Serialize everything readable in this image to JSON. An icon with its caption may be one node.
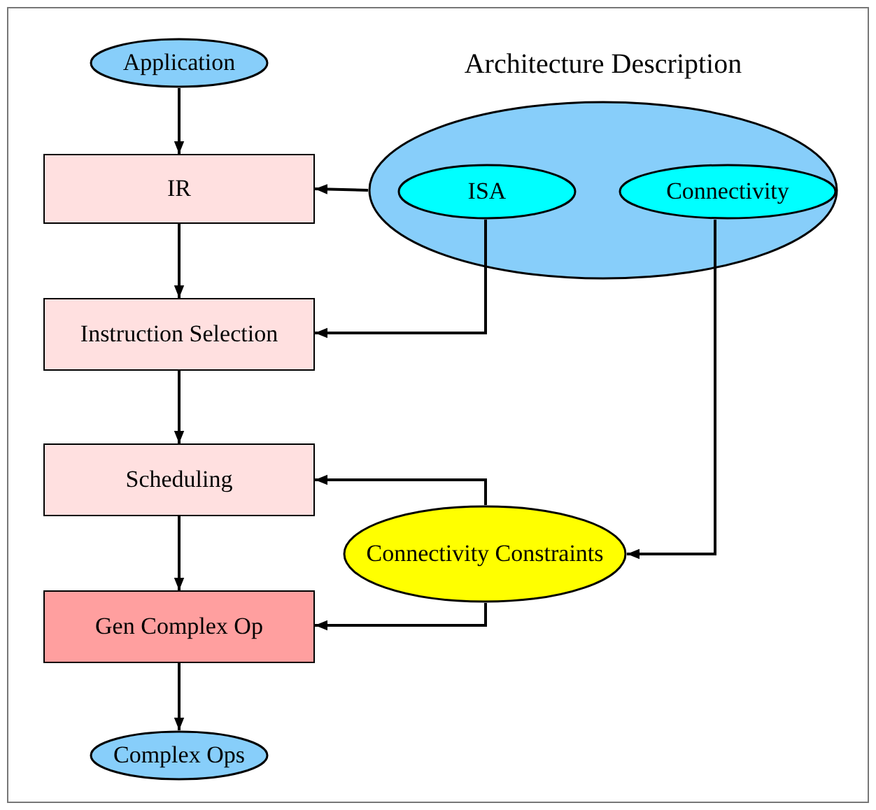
{
  "diagram": {
    "nodes": [
      {
        "text": [
          "Application"
        ]
      },
      {
        "text": [
          "IR"
        ]
      },
      {
        "text": [
          "Instruction Selection"
        ]
      },
      {
        "text": [
          "Scheduling"
        ]
      },
      {
        "text": [
          "Gen Complex Op"
        ]
      },
      {
        "text": [
          "Complex Ops"
        ]
      },
      {
        "text": [
          "Architecture Description"
        ]
      },
      {
        "text": [
          "ISA"
        ],
        "in": 6
      },
      {
        "text": [
          "Connectivity"
        ],
        "in": 6
      },
      {
        "text": [
          "Connectivity Constraints"
        ]
      }
    ],
    "edges": [
      {
        "from": 0,
        "to": 1,
        "arrow": "to"
      },
      {
        "from": 1,
        "to": 2,
        "arrow": "to"
      },
      {
        "from": 2,
        "to": 3,
        "arrow": "to"
      },
      {
        "from": 3,
        "to": 4,
        "arrow": "to"
      },
      {
        "from": 4,
        "to": 5,
        "arrow": "to"
      },
      {
        "from": 6,
        "to": 1,
        "arrow": "to"
      },
      {
        "from": 7,
        "to": 2,
        "arrow": "to"
      },
      {
        "from": 8,
        "to": 9,
        "arrow": "to"
      },
      {
        "from": 9,
        "to": 3,
        "arrow": "to"
      },
      {
        "from": 9,
        "to": 4,
        "arrow": "to"
      }
    ]
  }
}
